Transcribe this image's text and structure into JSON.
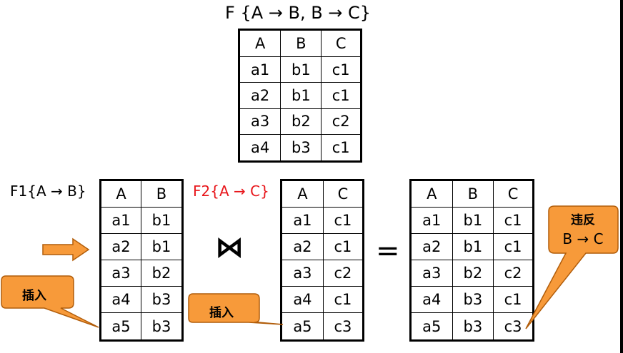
{
  "top": {
    "title": "F  {A → B, B → C}",
    "headers": [
      "A",
      "B",
      "C"
    ],
    "rows": [
      [
        "a1",
        "b1",
        "c1"
      ],
      [
        "a2",
        "b1",
        "c1"
      ],
      [
        "a3",
        "b2",
        "c2"
      ],
      [
        "a4",
        "b3",
        "c1"
      ]
    ]
  },
  "f1": {
    "label": "F1{A → B}",
    "headers": [
      "A",
      "B"
    ],
    "rows": [
      [
        "a1",
        "b1"
      ],
      [
        "a2",
        "b1"
      ],
      [
        "a3",
        "b2"
      ],
      [
        "a4",
        "b3"
      ],
      [
        "a5",
        "b3"
      ]
    ]
  },
  "f2": {
    "label": "F2{A → C}",
    "headers": [
      "A",
      "C"
    ],
    "rows": [
      [
        "a1",
        "c1"
      ],
      [
        "a2",
        "c1"
      ],
      [
        "a3",
        "c2"
      ],
      [
        "a4",
        "c1"
      ],
      [
        "a5",
        "c3"
      ]
    ]
  },
  "result": {
    "headers": [
      "A",
      "B",
      "C"
    ],
    "rows": [
      [
        "a1",
        "b1",
        "c1"
      ],
      [
        "a2",
        "b1",
        "c1"
      ],
      [
        "a3",
        "b2",
        "c2"
      ],
      [
        "a4",
        "b3",
        "c1"
      ],
      [
        "a5",
        "b3",
        "c3"
      ]
    ]
  },
  "operators": {
    "join": "⋈",
    "equals": "="
  },
  "callouts": {
    "insert_left": "插入",
    "insert_right": "插入",
    "violate_line1": "违反",
    "violate_line2": "B → C"
  },
  "colors": {
    "callout_fill": "#f79a3a",
    "callout_border": "#b15d0a",
    "red_label": "#e8161b"
  }
}
